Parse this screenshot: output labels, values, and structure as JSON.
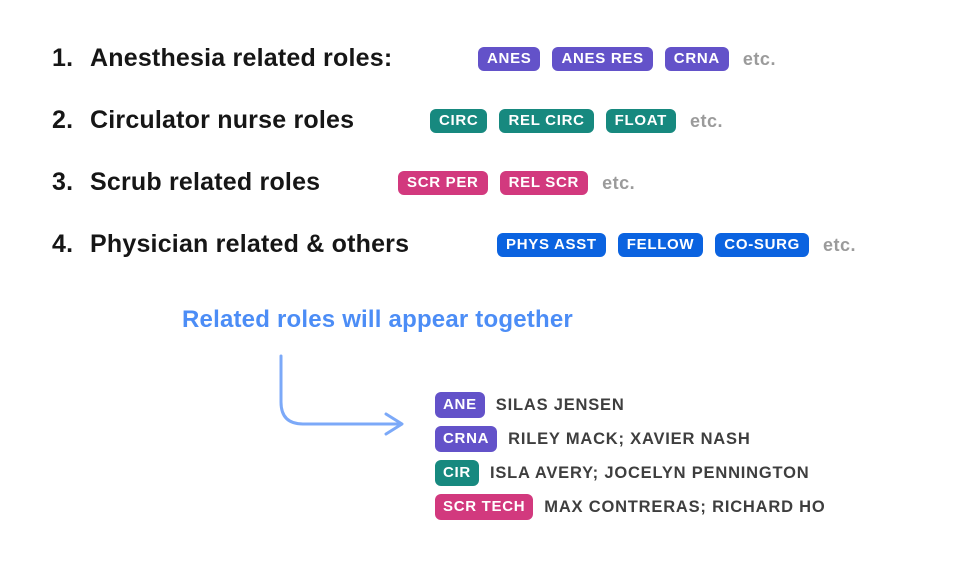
{
  "colors": {
    "purple": "#6352C9",
    "teal": "#17897F",
    "pink": "#D2397E",
    "blue": "#0B63E0",
    "annotation_blue": "#4C8DF6",
    "arrow_blue": "#7CA9F8",
    "etc_gray": "#9B9B9B",
    "heading_black": "#161616",
    "name_gray": "#3E3E3E"
  },
  "role_groups": [
    {
      "number": "1.",
      "label": "Anesthesia related roles:",
      "badges": [
        "ANES",
        "ANES RES",
        "CRNA"
      ],
      "etc": "etc."
    },
    {
      "number": "2.",
      "label": "Circulator nurse roles",
      "badges": [
        "CIRC",
        "REL CIRC",
        "FLOAT"
      ],
      "etc": "etc."
    },
    {
      "number": "3.",
      "label": "Scrub related roles",
      "badges": [
        "SCR PER",
        "REL SCR"
      ],
      "etc": "etc."
    },
    {
      "number": "4.",
      "label": "Physician related & others",
      "badges": [
        "PHYS ASST",
        "FELLOW",
        "CO-SURG"
      ],
      "etc": "etc."
    }
  ],
  "annotation": {
    "text": "Related roles will appear together"
  },
  "roster": {
    "rows": [
      {
        "badge": "ANE",
        "names": "SILAS JENSEN"
      },
      {
        "badge": "CRNA",
        "names": "RILEY MACK; XAVIER NASH"
      },
      {
        "badge": "CIR",
        "names": "ISLA AVERY; JOCELYN PENNINGTON"
      },
      {
        "badge": "SCR TECH",
        "names": "MAX CONTRERAS; RICHARD HO"
      }
    ]
  }
}
